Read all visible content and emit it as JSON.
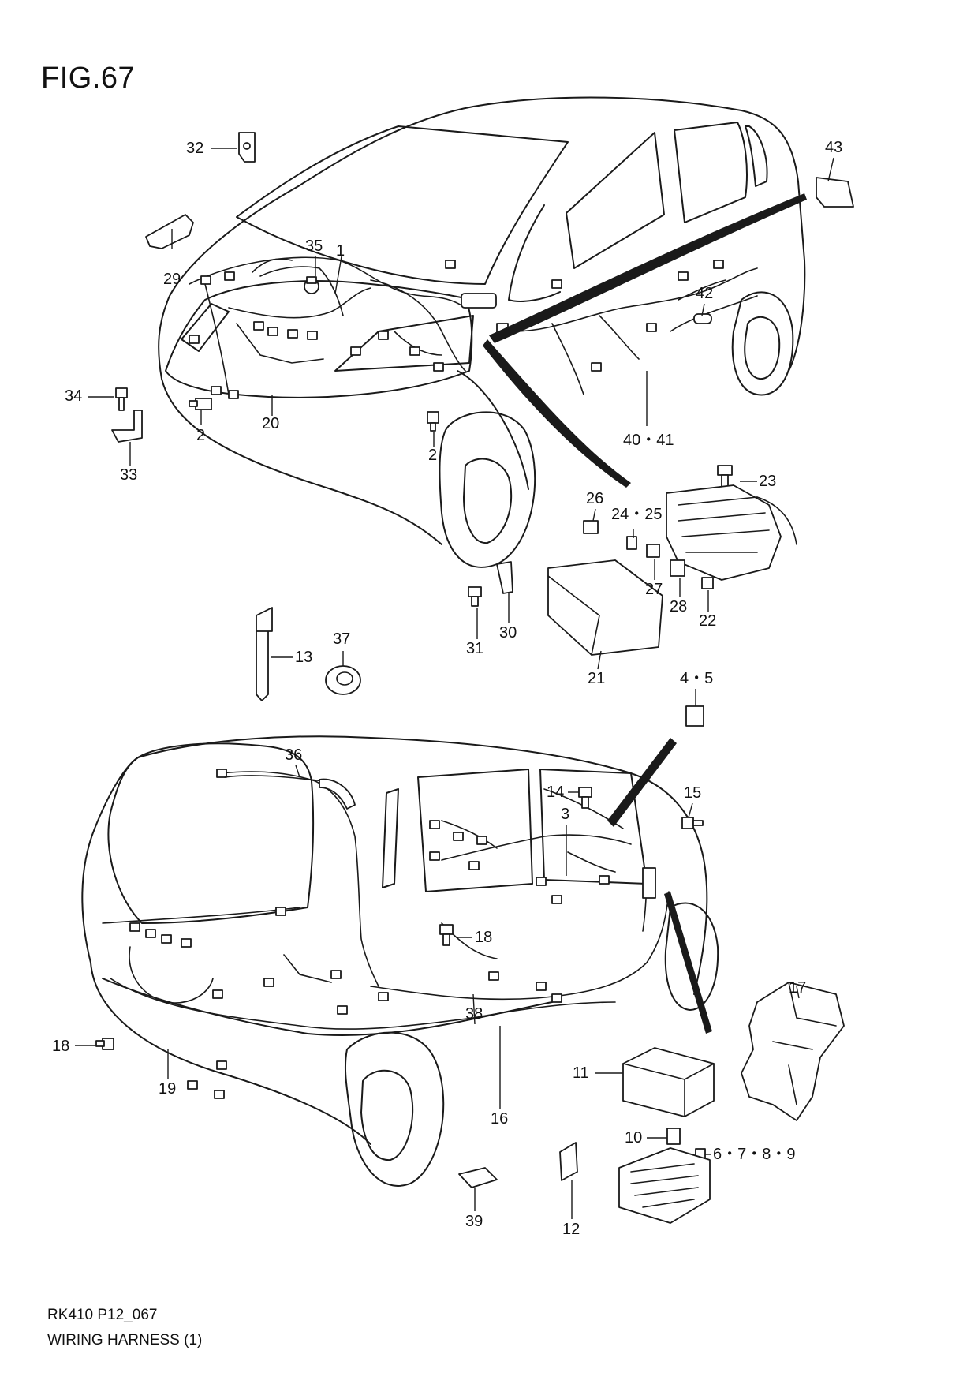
{
  "figure": {
    "title": "FIG.67",
    "code": "RK410 P12_067",
    "name": "WIRING HARNESS (1)"
  },
  "callouts": [
    {
      "id": "c32",
      "text": "32"
    },
    {
      "id": "c29",
      "text": "29"
    },
    {
      "id": "c35",
      "text": "35"
    },
    {
      "id": "c1",
      "text": "1"
    },
    {
      "id": "c34",
      "text": "34"
    },
    {
      "id": "c33",
      "text": "33"
    },
    {
      "id": "c2a",
      "text": "2"
    },
    {
      "id": "c20",
      "text": "20"
    },
    {
      "id": "c2b",
      "text": "2"
    },
    {
      "id": "c43",
      "text": "43"
    },
    {
      "id": "c42",
      "text": "42"
    },
    {
      "id": "c4041",
      "text": "40・41"
    },
    {
      "id": "c23",
      "text": "23"
    },
    {
      "id": "c26",
      "text": "26"
    },
    {
      "id": "c2425",
      "text": "24・25"
    },
    {
      "id": "c27",
      "text": "27"
    },
    {
      "id": "c28",
      "text": "28"
    },
    {
      "id": "c22",
      "text": "22"
    },
    {
      "id": "c31",
      "text": "31"
    },
    {
      "id": "c30",
      "text": "30"
    },
    {
      "id": "c21",
      "text": "21"
    },
    {
      "id": "c13",
      "text": "13"
    },
    {
      "id": "c37",
      "text": "37"
    },
    {
      "id": "c45",
      "text": "4・5"
    },
    {
      "id": "c36",
      "text": "36"
    },
    {
      "id": "c14",
      "text": "14"
    },
    {
      "id": "c15",
      "text": "15"
    },
    {
      "id": "c3",
      "text": "3"
    },
    {
      "id": "c18a",
      "text": "18"
    },
    {
      "id": "c17",
      "text": "17"
    },
    {
      "id": "c38",
      "text": "38"
    },
    {
      "id": "c18b",
      "text": "18"
    },
    {
      "id": "c19",
      "text": "19"
    },
    {
      "id": "c11",
      "text": "11"
    },
    {
      "id": "c16",
      "text": "16"
    },
    {
      "id": "c10",
      "text": "10"
    },
    {
      "id": "c6789",
      "text": "6・7・8・9"
    },
    {
      "id": "c39",
      "text": "39"
    },
    {
      "id": "c12",
      "text": "12"
    }
  ]
}
